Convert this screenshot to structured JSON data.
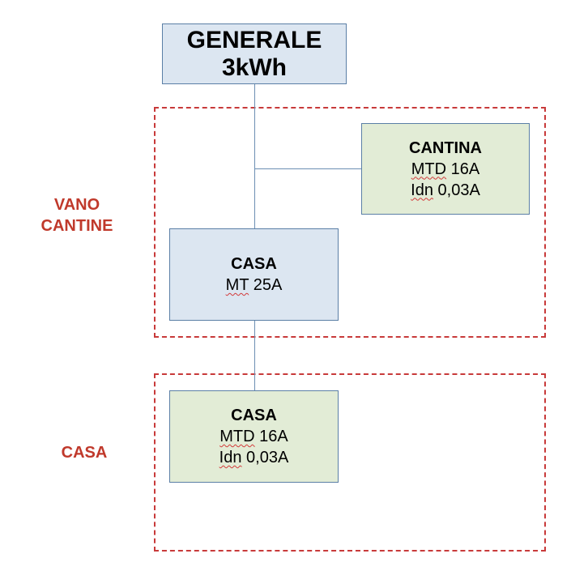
{
  "zones": {
    "vano_cantine": {
      "label_line1": "VANO",
      "label_line2": "CANTINE"
    },
    "casa": {
      "label": "CASA"
    }
  },
  "generale": {
    "title": "GENERALE",
    "subtitle": "3kWh"
  },
  "cantina": {
    "title": "CANTINA",
    "line1_code": "MTD",
    "line1_value": " 16A",
    "line2_code": "Idn",
    "line2_value": " 0,03A"
  },
  "casa_mt": {
    "title": "CASA",
    "line1_code": "MT",
    "line1_value": " 25A"
  },
  "casa_mtd": {
    "title": "CASA",
    "line1_code": "MTD",
    "line1_value": " 16A",
    "line2_code": "Idn",
    "line2_value": " 0,03A"
  },
  "colors": {
    "zone_border": "#c83a3a",
    "zone_label": "#c0392b",
    "box_blue": "#dce6f1",
    "box_green": "#e2ecd6",
    "connector": "#6c8fb3"
  }
}
